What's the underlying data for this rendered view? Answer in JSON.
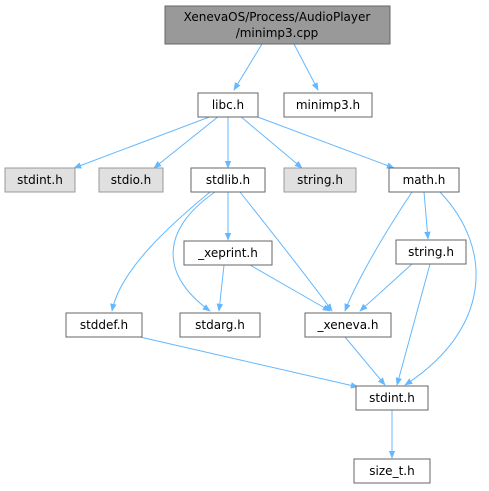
{
  "graph": {
    "root": {
      "line1": "XenevaOS/Process/AudioPlayer",
      "line2": "/minimp3.cpp"
    },
    "nodes": {
      "libc": "libc.h",
      "minimp3": "minimp3.h",
      "stdint_gray": "stdint.h",
      "stdio": "stdio.h",
      "stdlib": "stdlib.h",
      "string_gray": "string.h",
      "math": "math.h",
      "xeprint": "_xeprint.h",
      "string_h": "string.h",
      "stddef": "stddef.h",
      "stdarg": "stdarg.h",
      "xeneva": "_xeneva.h",
      "stdint": "stdint.h",
      "size_t": "size_t.h"
    },
    "edge_color": "#63b8ff",
    "root_fill": "#999999",
    "external_fill": "#e0e0e0"
  }
}
